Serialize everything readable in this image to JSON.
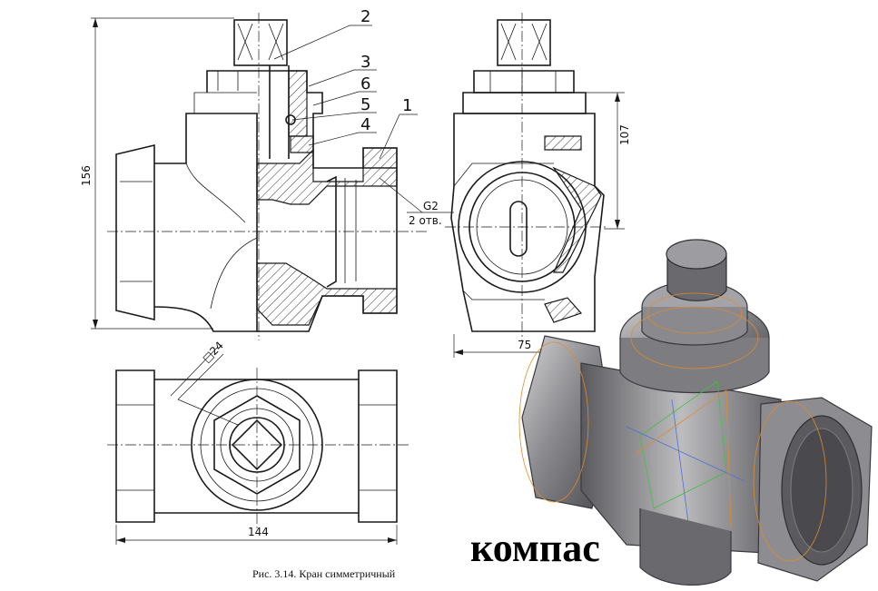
{
  "callouts": [
    "2",
    "3",
    "6",
    "5",
    "4",
    "1"
  ],
  "dimensions": {
    "height_total": "156",
    "height_partial": "107",
    "width_side": "75",
    "width_plan": "144",
    "square": "□24",
    "thread": "G2",
    "thread_note": "2 отв."
  },
  "caption": "Рис. 3.14. Кран симметричный",
  "brand": "компас",
  "colors": {
    "line": "#1a1a1a",
    "render_body": "#6f6f72",
    "render_highlight": "#c9c9cb",
    "wire_orange": "#e08a2c",
    "wire_green": "#3fbf3f",
    "wire_blue": "#4a6fd8"
  }
}
